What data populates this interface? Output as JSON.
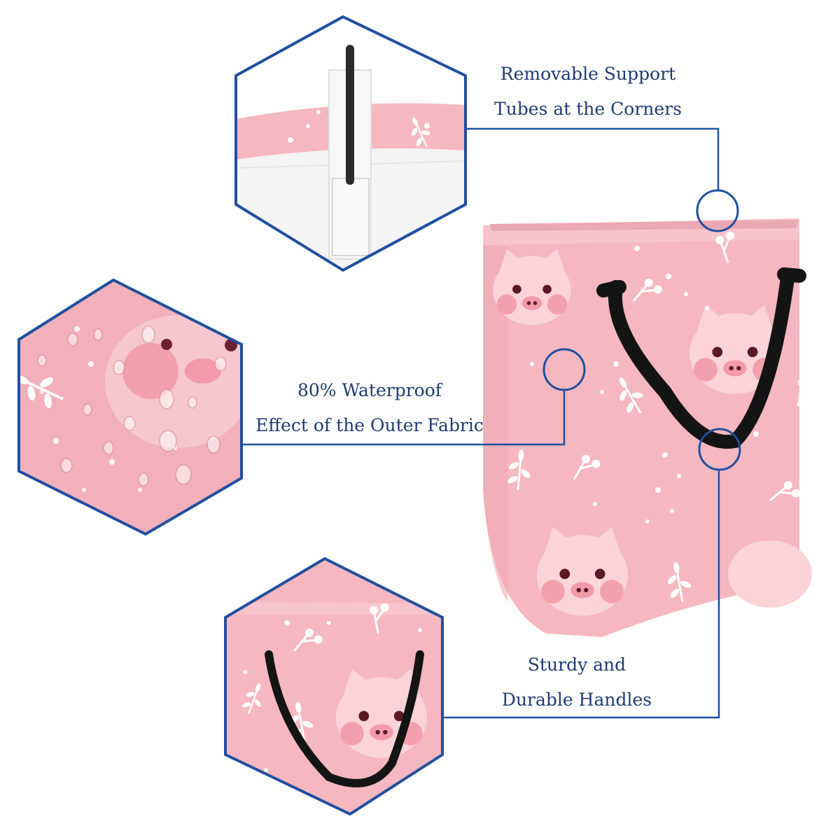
{
  "features": [
    {
      "line1": "Removable Support",
      "line2": "Tubes at the Corners"
    },
    {
      "line1": "80% Waterproof",
      "line2": "Effect of the Outer Fabric"
    },
    {
      "line1": "Sturdy and",
      "line2": "Durable Handles"
    }
  ],
  "colors": {
    "accent": "#1f4fa0",
    "text": "#1f3b73",
    "fabric": "#f5b7c0",
    "fabric_light": "#fbd3d9",
    "cheek": "#f3a0ad",
    "handle": "#141414"
  }
}
